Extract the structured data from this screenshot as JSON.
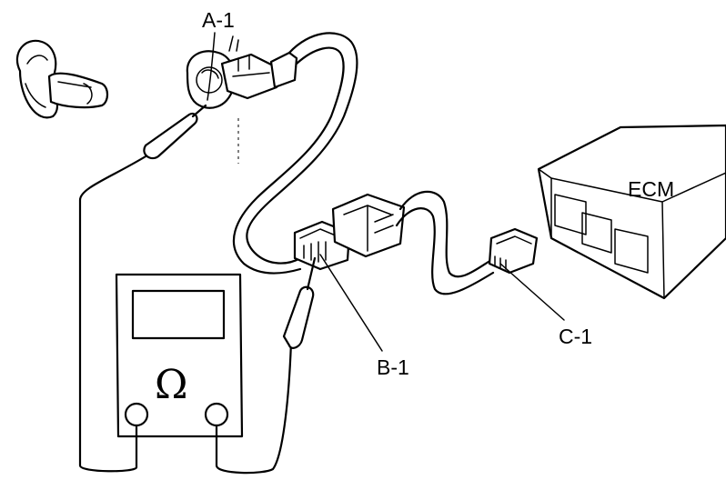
{
  "labels": {
    "a1": "A-1",
    "b1": "B-1",
    "c1": "C-1",
    "ecm": "ECM"
  },
  "meter": {
    "symbol": "Ω"
  },
  "colors": {
    "ink": "#000000",
    "paper": "#ffffff"
  }
}
